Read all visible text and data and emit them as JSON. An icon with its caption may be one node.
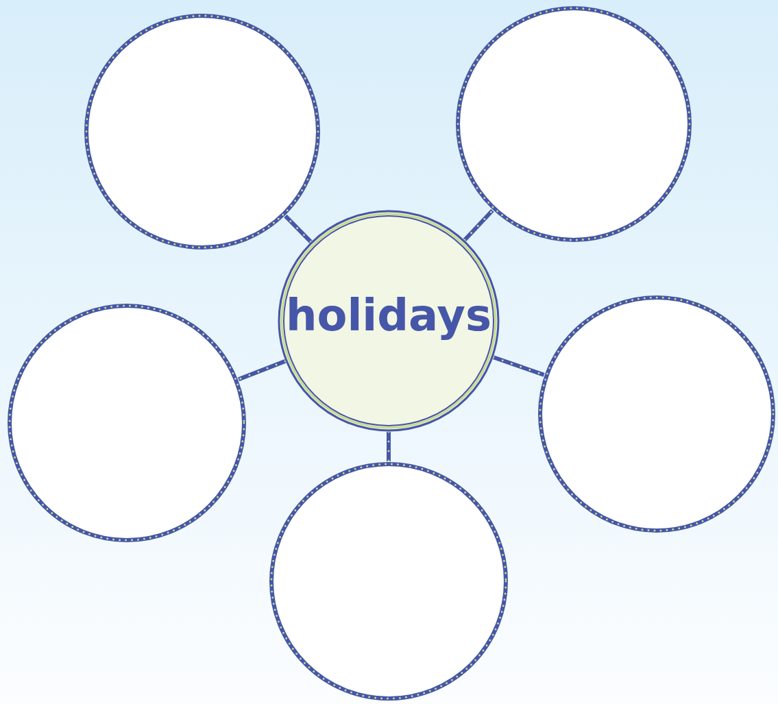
{
  "diagram": {
    "nodes": [
      {
        "text": [
          "holidays"
        ]
      },
      {
        "text": [],
        "shape": "circle"
      },
      {
        "text": [],
        "shape": "circle"
      },
      {
        "text": [],
        "shape": "circle"
      },
      {
        "text": [],
        "shape": "circle"
      },
      {
        "text": [],
        "shape": "circle"
      }
    ],
    "edges": [
      {
        "from": 0,
        "to": 1,
        "arrow": "none"
      },
      {
        "from": 0,
        "to": 2,
        "arrow": "none"
      },
      {
        "from": 0,
        "to": 3,
        "arrow": "none"
      },
      {
        "from": 0,
        "to": 4,
        "arrow": "none"
      },
      {
        "from": 0,
        "to": 5,
        "arrow": "none"
      }
    ]
  }
}
